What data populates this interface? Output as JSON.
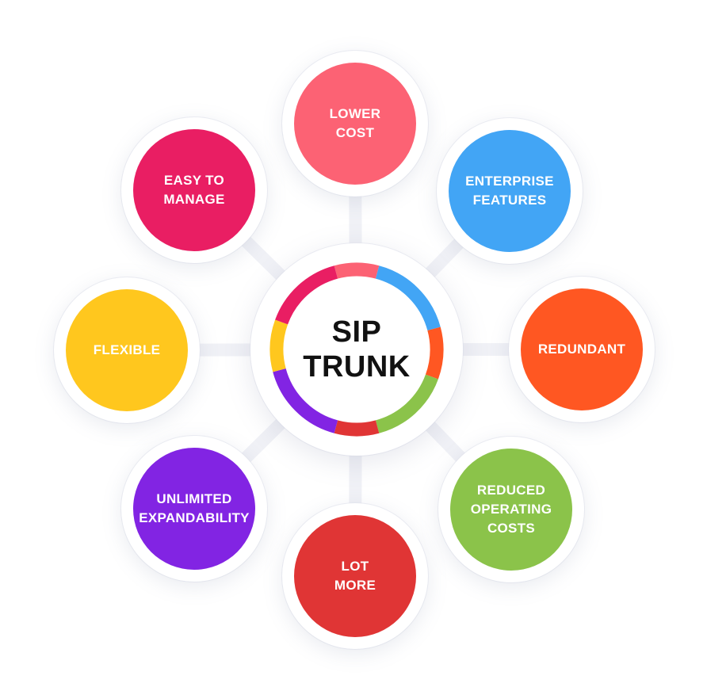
{
  "center": {
    "title": "SIP\nTRUNK"
  },
  "nodes": [
    {
      "id": "lower-cost",
      "label": "LOWER\nCOST",
      "color": "#fc6274"
    },
    {
      "id": "enterprise-features",
      "label": "ENTERPRISE\nFEATURES",
      "color": "#42a5f5"
    },
    {
      "id": "redundant",
      "label": "REDUNDANT",
      "color": "#ff5722"
    },
    {
      "id": "reduced-operating-costs",
      "label": "REDUCED\nOPERATING\nCOSTS",
      "color": "#8bc34a"
    },
    {
      "id": "lot-more",
      "label": "LOT\nMORE",
      "color": "#e03535"
    },
    {
      "id": "unlimited-expandability",
      "label": "UNLIMITED\nEXPANDABILITY",
      "color": "#8224e3"
    },
    {
      "id": "flexible",
      "label": "FLEXIBLE",
      "color": "#ffc71e"
    },
    {
      "id": "easy-to-manage",
      "label": "EASY TO\nMANAGE",
      "color": "#e91e63"
    }
  ],
  "colors": {
    "spoke": "#f0f1f6",
    "background": "#ffffff"
  }
}
